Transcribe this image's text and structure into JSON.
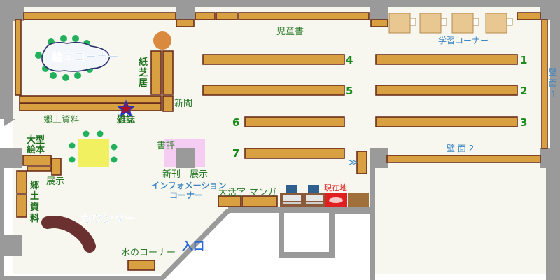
{
  "labels": {
    "childrens_books": "児童書",
    "study_corner": "学習コーナー",
    "picture_book_corner": "絵本コーナー",
    "kamishibai": [
      "紙",
      "芝",
      "居"
    ],
    "newspaper": "新聞",
    "local_materials_top": "郷土資料",
    "magazines": "雑誌",
    "large_picture_books": [
      "大型",
      "絵本"
    ],
    "exhibit_left": "展示",
    "local_materials_left": [
      "郷",
      "土",
      "資",
      "料"
    ],
    "book_reviews": "書評",
    "new_publications": "新刊　展示",
    "info_corner": [
      "インフォメーション",
      "コーナー"
    ],
    "large_print": "大活字",
    "manga": "マンガ",
    "current_location": "現在地",
    "counter": "カウンター",
    "water_corner": "水のコーナー",
    "entrance": "入口",
    "wall_1": [
      "壁",
      "面",
      "1"
    ],
    "wall_2": "壁 面 2",
    "shelf_numbers": [
      "4",
      "5",
      "6",
      "7",
      "1",
      "2",
      "3"
    ]
  },
  "colors": {
    "shelf_fill": "#d8a040",
    "shelf_stroke": "#6b2e1c",
    "wall": "#9a9a9a",
    "floor": "#f7f7ef",
    "info_corner_pink": "#f6cdf2",
    "table_yellow": "#f0f060",
    "chair_green": "#21b15b",
    "counter_brown": "#6b3030",
    "current_location_red": "#e02020",
    "magazine_star": "#2233cc"
  }
}
